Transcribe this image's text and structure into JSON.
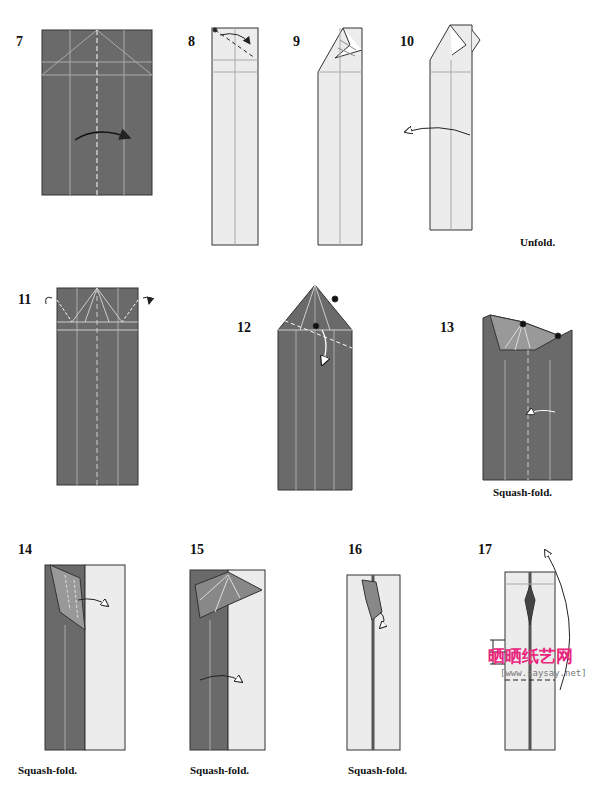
{
  "diagram": {
    "labels": [
      "7",
      "8",
      "9",
      "10",
      "Unfold.",
      "11",
      "12",
      "13",
      "Squash-fold.",
      "14",
      "Squash-fold.",
      "15",
      "Squash-fold.",
      "16",
      "Squash-fold.",
      "17",
      "晒晒纸艺网",
      "[www.saysay.net]"
    ]
  }
}
